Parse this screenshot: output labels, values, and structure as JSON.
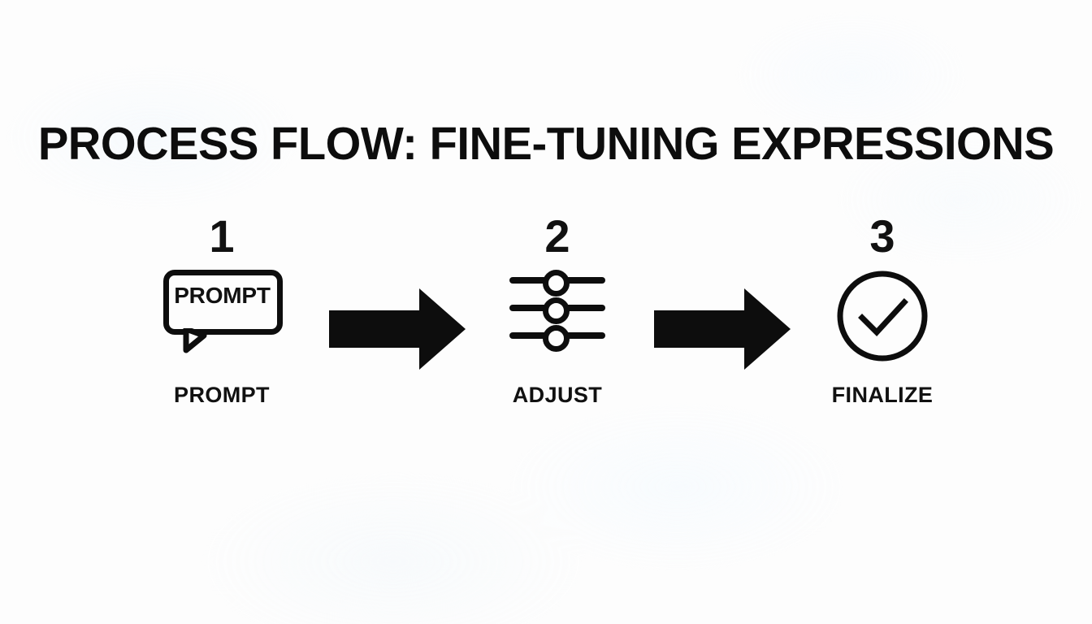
{
  "slide": {
    "title": "PROCESS FLOW: FINE-TUNING EXPRESSIONS",
    "background_color": "#fdfdfd",
    "ink_color": "#0d0d0d"
  },
  "steps": [
    {
      "number": "1",
      "label": "PROMPT",
      "icon": "speech-bubble-icon",
      "icon_text": "PROMPT"
    },
    {
      "number": "2",
      "label": "ADJUST",
      "icon": "sliders-icon",
      "slider_count": 3
    },
    {
      "number": "3",
      "label": "FINALIZE",
      "icon": "check-circle-icon"
    }
  ],
  "connectors": [
    {
      "name": "arrow-right-1",
      "direction": "right"
    },
    {
      "name": "arrow-right-2",
      "direction": "right"
    }
  ]
}
